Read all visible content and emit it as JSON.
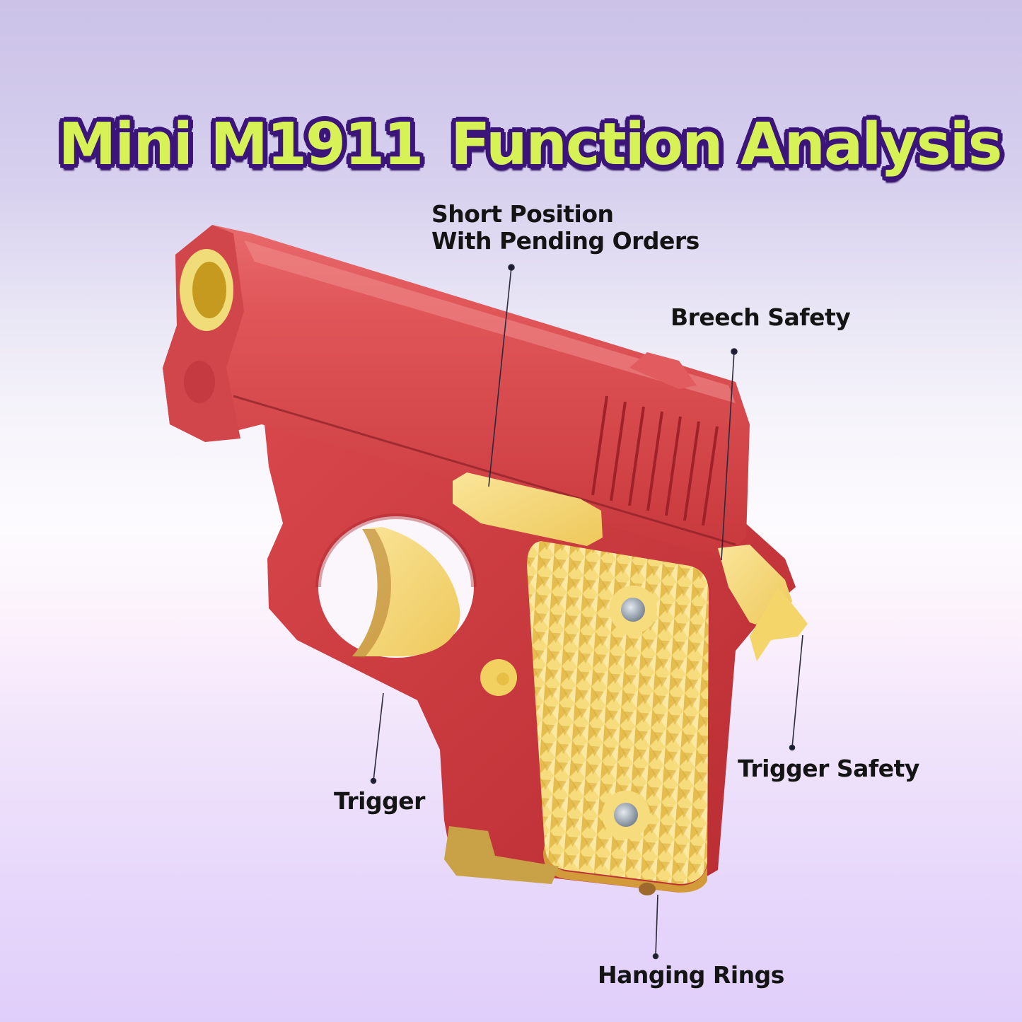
{
  "title": {
    "part1": "Mini M1911",
    "part2": "Function Analysis",
    "fill_color": "#d6f257",
    "outline_color": "#3b1579"
  },
  "product": {
    "name": "Mini M1911",
    "body_color": "#d9454a",
    "accent_color": "#f2d36b"
  },
  "callouts": [
    {
      "id": "short-position",
      "line1": "Short Position",
      "line2": "With Pending Orders"
    },
    {
      "id": "breech-safety",
      "label": "Breech Safety"
    },
    {
      "id": "trigger-safety",
      "label": "Trigger Safety"
    },
    {
      "id": "trigger",
      "label": "Trigger"
    },
    {
      "id": "hanging-rings",
      "label": "Hanging Rings"
    }
  ]
}
